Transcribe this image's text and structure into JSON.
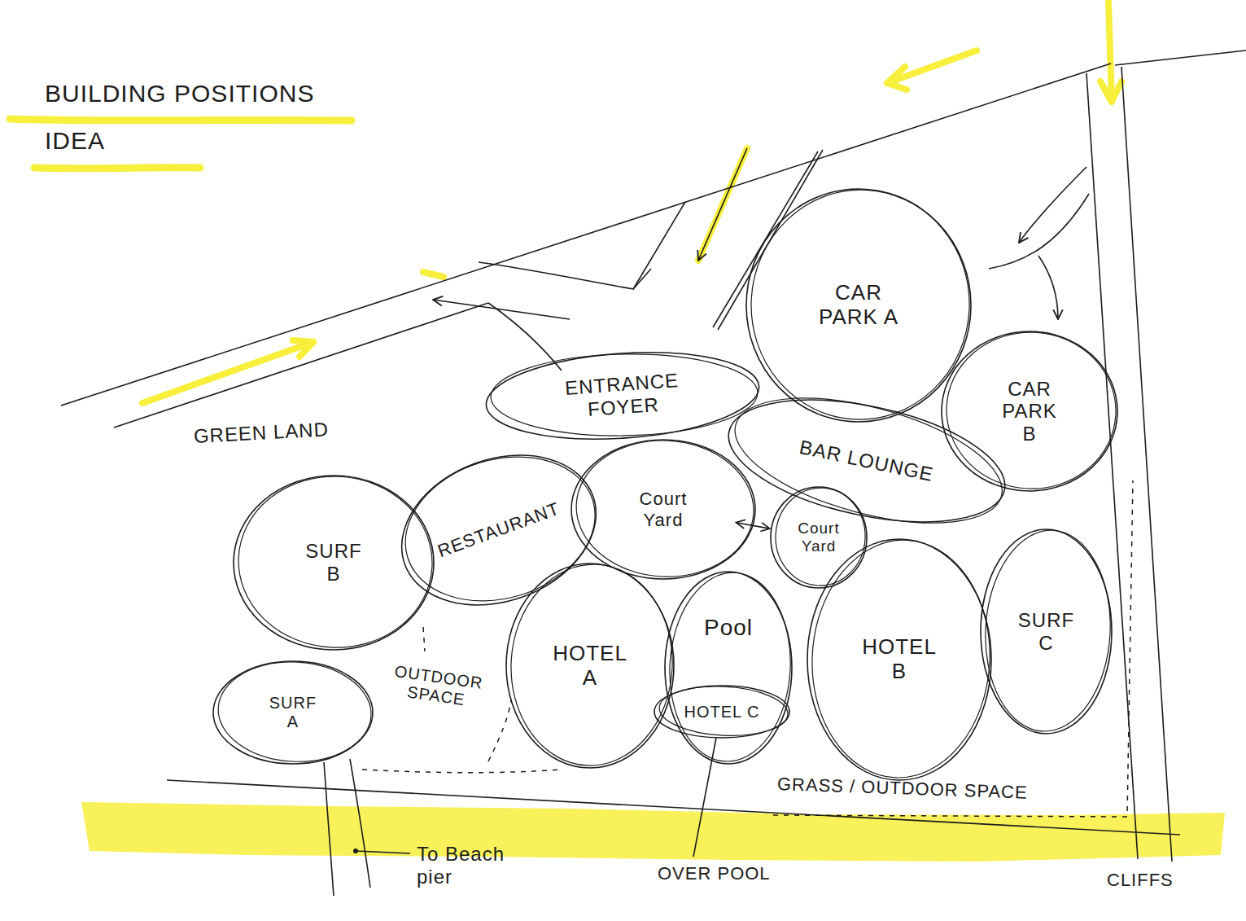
{
  "diagram": {
    "title": "BUILDING POSITIONS IDEA",
    "nodes": [
      {
        "text": [
          "CAR PARK A"
        ]
      },
      {
        "text": [
          "ENTRANCE FOYER"
        ]
      },
      {
        "text": [
          "CAR PARK B"
        ]
      },
      {
        "text": [
          "BAR LOUNGE"
        ]
      },
      {
        "text": [
          "Court Yard"
        ]
      },
      {
        "text": [
          "RESTAURANT"
        ]
      },
      {
        "text": [
          "SURF B"
        ]
      },
      {
        "text": [
          "Court Yard"
        ]
      },
      {
        "text": [
          "HOTEL A"
        ]
      },
      {
        "text": [
          "Pool"
        ]
      },
      {
        "text": [
          "HOTEL C"
        ],
        "in": 9
      },
      {
        "text": [
          "HOTEL B"
        ]
      },
      {
        "text": [
          "SURF C"
        ]
      },
      {
        "text": [
          "SURF A"
        ]
      }
    ],
    "edges": [
      {
        "from": 4,
        "to": 7,
        "arrow": "both"
      }
    ],
    "labels": [
      "GREEN LAND",
      "OUTDOOR SPACE",
      "GRASS / OUTDOOR SPACE",
      "To Beach pier",
      "OVER POOL",
      "CLIFFS"
    ]
  }
}
